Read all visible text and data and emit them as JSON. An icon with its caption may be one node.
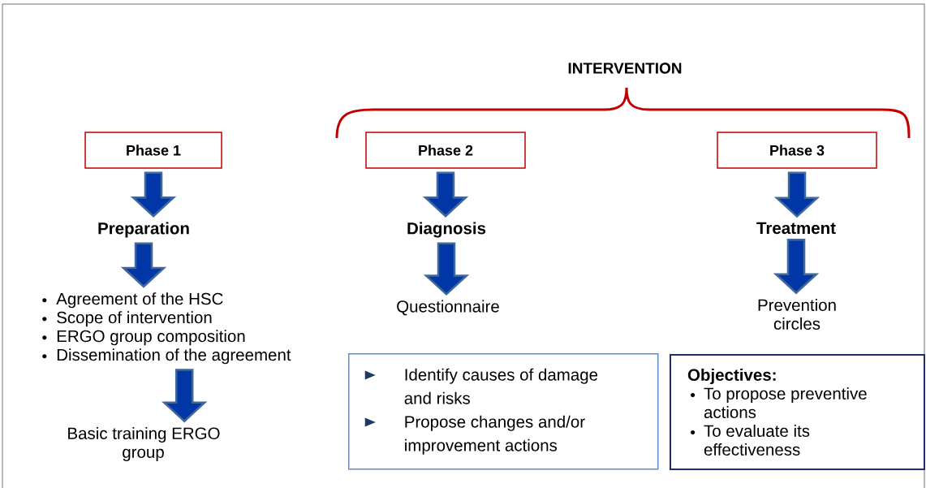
{
  "diagram": {
    "nodes": [
      {
        "text": [
          "Phase 1"
        ]
      },
      {
        "text": [
          "Preparation"
        ]
      },
      {
        "text": [
          "Agreement of the HSC",
          "Scope of intervention",
          "ERGO group composition",
          "Dissemination of the agreement"
        ]
      },
      {
        "text": [
          "Basic training ERGO group"
        ]
      },
      {
        "text": [
          "Phase 2"
        ]
      },
      {
        "text": [
          "Diagnosis"
        ]
      },
      {
        "text": [
          "Questionnaire"
        ]
      },
      {
        "text": [
          "Phase 3"
        ]
      },
      {
        "text": [
          "Treatment"
        ]
      },
      {
        "text": [
          "Prevention circles"
        ]
      },
      {
        "text": [
          "Identify causes of damage and risks",
          "Propose changes and/or improvement actions"
        ]
      },
      {
        "text": [
          "Objectives:",
          "To propose preventive actions",
          "To evaluate its effectiveness"
        ]
      }
    ],
    "edges": [
      {
        "from": 0,
        "to": 1,
        "arrow": "to"
      },
      {
        "from": 1,
        "to": 2,
        "arrow": "to"
      },
      {
        "from": 2,
        "to": 3,
        "arrow": "to"
      },
      {
        "from": 4,
        "to": 5,
        "arrow": "to"
      },
      {
        "from": 5,
        "to": 6,
        "arrow": "to"
      },
      {
        "from": 7,
        "to": 8,
        "arrow": "to"
      },
      {
        "from": 8,
        "to": 9,
        "arrow": "to"
      }
    ],
    "labels": [
      "INTERVENTION"
    ]
  }
}
